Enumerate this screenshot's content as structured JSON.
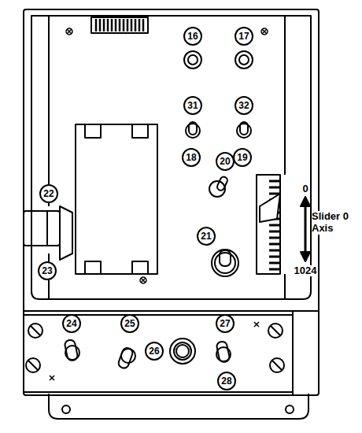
{
  "diagram": {
    "labels": [
      "16",
      "17",
      "31",
      "32",
      "18",
      "20",
      "19",
      "0",
      "22",
      "Slider 0 Axis",
      "21",
      "1024",
      "23",
      "24",
      "25",
      "26",
      "27",
      "28"
    ]
  }
}
